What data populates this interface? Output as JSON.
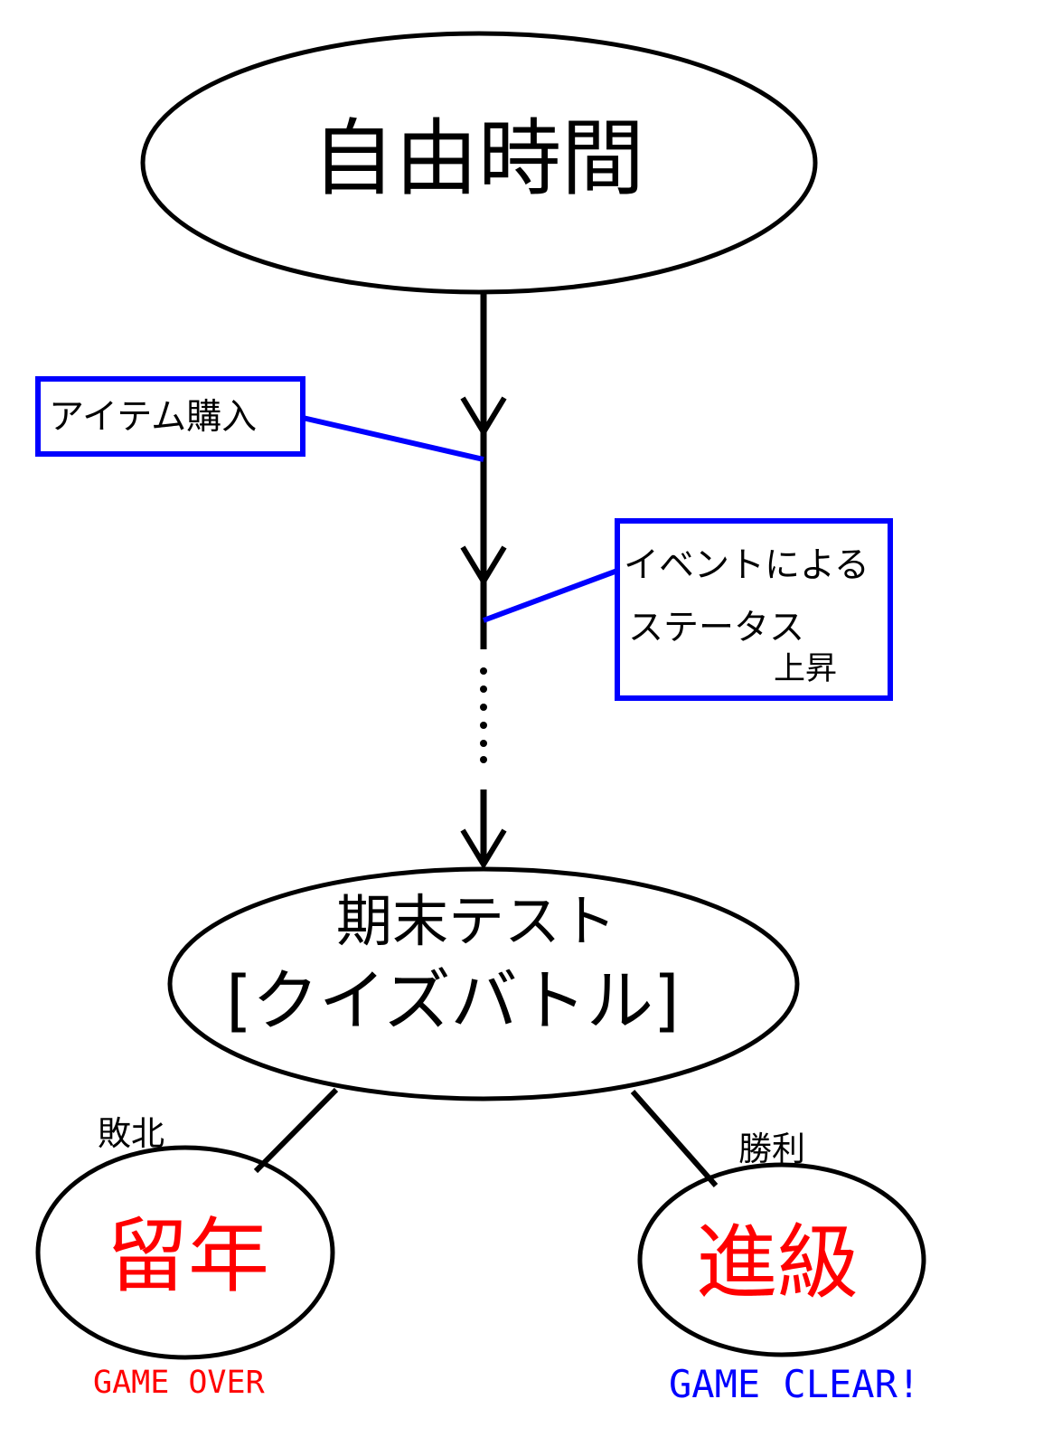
{
  "nodes": {
    "free_time": {
      "label": "自由時間"
    },
    "final_exam": {
      "line1": "期末テスト",
      "line2": "[クイズバトル]"
    },
    "repeat_year": {
      "label": "留年",
      "caption": "GAME OVER"
    },
    "advance_grade": {
      "label": "進級",
      "caption": "GAME CLEAR!"
    }
  },
  "annotations": {
    "item_purchase": {
      "label": "アイテム購入"
    },
    "status_up": {
      "line1": "イベントによる",
      "line2": "ステータス",
      "line3": "上昇"
    }
  },
  "edges": {
    "defeat": {
      "label": "敗北"
    },
    "victory": {
      "label": "勝利"
    }
  },
  "colors": {
    "outline": "#000000",
    "annotation_border": "#0000ff",
    "result_text": "#ff0000",
    "game_over": "#ff0000",
    "game_clear": "#0000ff"
  }
}
